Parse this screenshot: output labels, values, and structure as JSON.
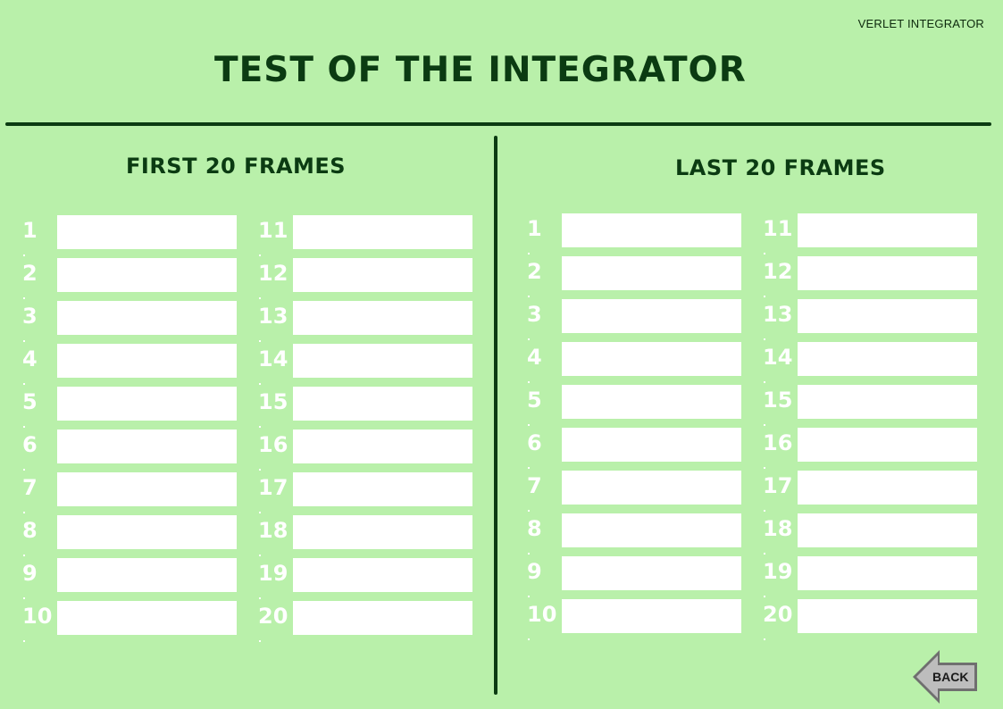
{
  "header": {
    "app_label": "VERLET INTEGRATOR",
    "title": "TEST OF THE INTEGRATOR"
  },
  "first_section": {
    "title": "FIRST 20 FRAMES",
    "frames": [
      {
        "label": "1",
        "value": ""
      },
      {
        "label": "2",
        "value": ""
      },
      {
        "label": "3",
        "value": ""
      },
      {
        "label": "4",
        "value": ""
      },
      {
        "label": "5",
        "value": ""
      },
      {
        "label": "6",
        "value": ""
      },
      {
        "label": "7",
        "value": ""
      },
      {
        "label": "8",
        "value": ""
      },
      {
        "label": "9",
        "value": ""
      },
      {
        "label": "10",
        "value": ""
      },
      {
        "label": "11",
        "value": ""
      },
      {
        "label": "12",
        "value": ""
      },
      {
        "label": "13",
        "value": ""
      },
      {
        "label": "14",
        "value": ""
      },
      {
        "label": "15",
        "value": ""
      },
      {
        "label": "16",
        "value": ""
      },
      {
        "label": "17",
        "value": ""
      },
      {
        "label": "18",
        "value": ""
      },
      {
        "label": "19",
        "value": ""
      },
      {
        "label": "20",
        "value": ""
      }
    ]
  },
  "last_section": {
    "title": "LAST 20 FRAMES",
    "frames": [
      {
        "label": "1",
        "value": ""
      },
      {
        "label": "2",
        "value": ""
      },
      {
        "label": "3",
        "value": ""
      },
      {
        "label": "4",
        "value": ""
      },
      {
        "label": "5",
        "value": ""
      },
      {
        "label": "6",
        "value": ""
      },
      {
        "label": "7",
        "value": ""
      },
      {
        "label": "8",
        "value": ""
      },
      {
        "label": "9",
        "value": ""
      },
      {
        "label": "10",
        "value": ""
      },
      {
        "label": "11",
        "value": ""
      },
      {
        "label": "12",
        "value": ""
      },
      {
        "label": "13",
        "value": ""
      },
      {
        "label": "14",
        "value": ""
      },
      {
        "label": "15",
        "value": ""
      },
      {
        "label": "16",
        "value": ""
      },
      {
        "label": "17",
        "value": ""
      },
      {
        "label": "18",
        "value": ""
      },
      {
        "label": "19",
        "value": ""
      },
      {
        "label": "20",
        "value": ""
      }
    ]
  },
  "back_button": {
    "label": "BACK",
    "icon": "left-arrow-icon"
  },
  "colors": {
    "background": "#b9f0aa",
    "accent": "#0b3b12",
    "field": "#ffffff"
  }
}
